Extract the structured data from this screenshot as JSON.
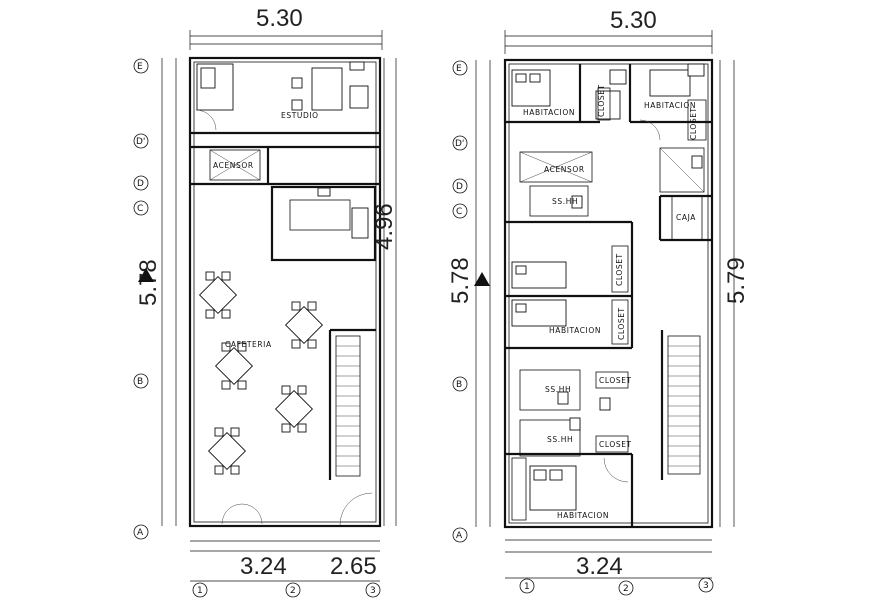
{
  "left_plan": {
    "top_dimension": "5.30",
    "left_dimension": "5.78",
    "right_dimension": "4.96",
    "bottom_dimension_1": "3.24",
    "bottom_dimension_2": "2.65",
    "rooms": {
      "estudio": "ESTUDIO",
      "ascensor": "ACENSOR",
      "cafeteria": "CAFETERIA"
    },
    "row_axes": [
      "E",
      "D'",
      "D",
      "C",
      "B",
      "A"
    ],
    "column_axes": [
      "1",
      "2",
      "3"
    ]
  },
  "right_plan": {
    "top_dimension": "5.30",
    "left_dimension": "5.78",
    "right_dimension": "5.79",
    "bottom_dimension": "3.24",
    "rooms": {
      "habitacion_1": "HABITACION",
      "habitacion_2": "HABITACION",
      "habitacion_3": "HABITACION",
      "habitacion_4": "HABITACION",
      "ascensor": "ACENSOR",
      "sshh_1": "SS.HH",
      "sshh_2": "SS.HH",
      "sshh_3": "SS.HH",
      "caja": "CAJA",
      "closet_1": "CLOSET",
      "closet_2": "CLOSET",
      "closet_3": "CLOSET",
      "closet_4": "CLOSET",
      "closet_5": "CLOSET",
      "closet_6": "CLOSET"
    },
    "row_axes": [
      "E",
      "D'",
      "D",
      "C",
      "B",
      "A"
    ],
    "column_axes": [
      "1",
      "2",
      "3"
    ]
  }
}
